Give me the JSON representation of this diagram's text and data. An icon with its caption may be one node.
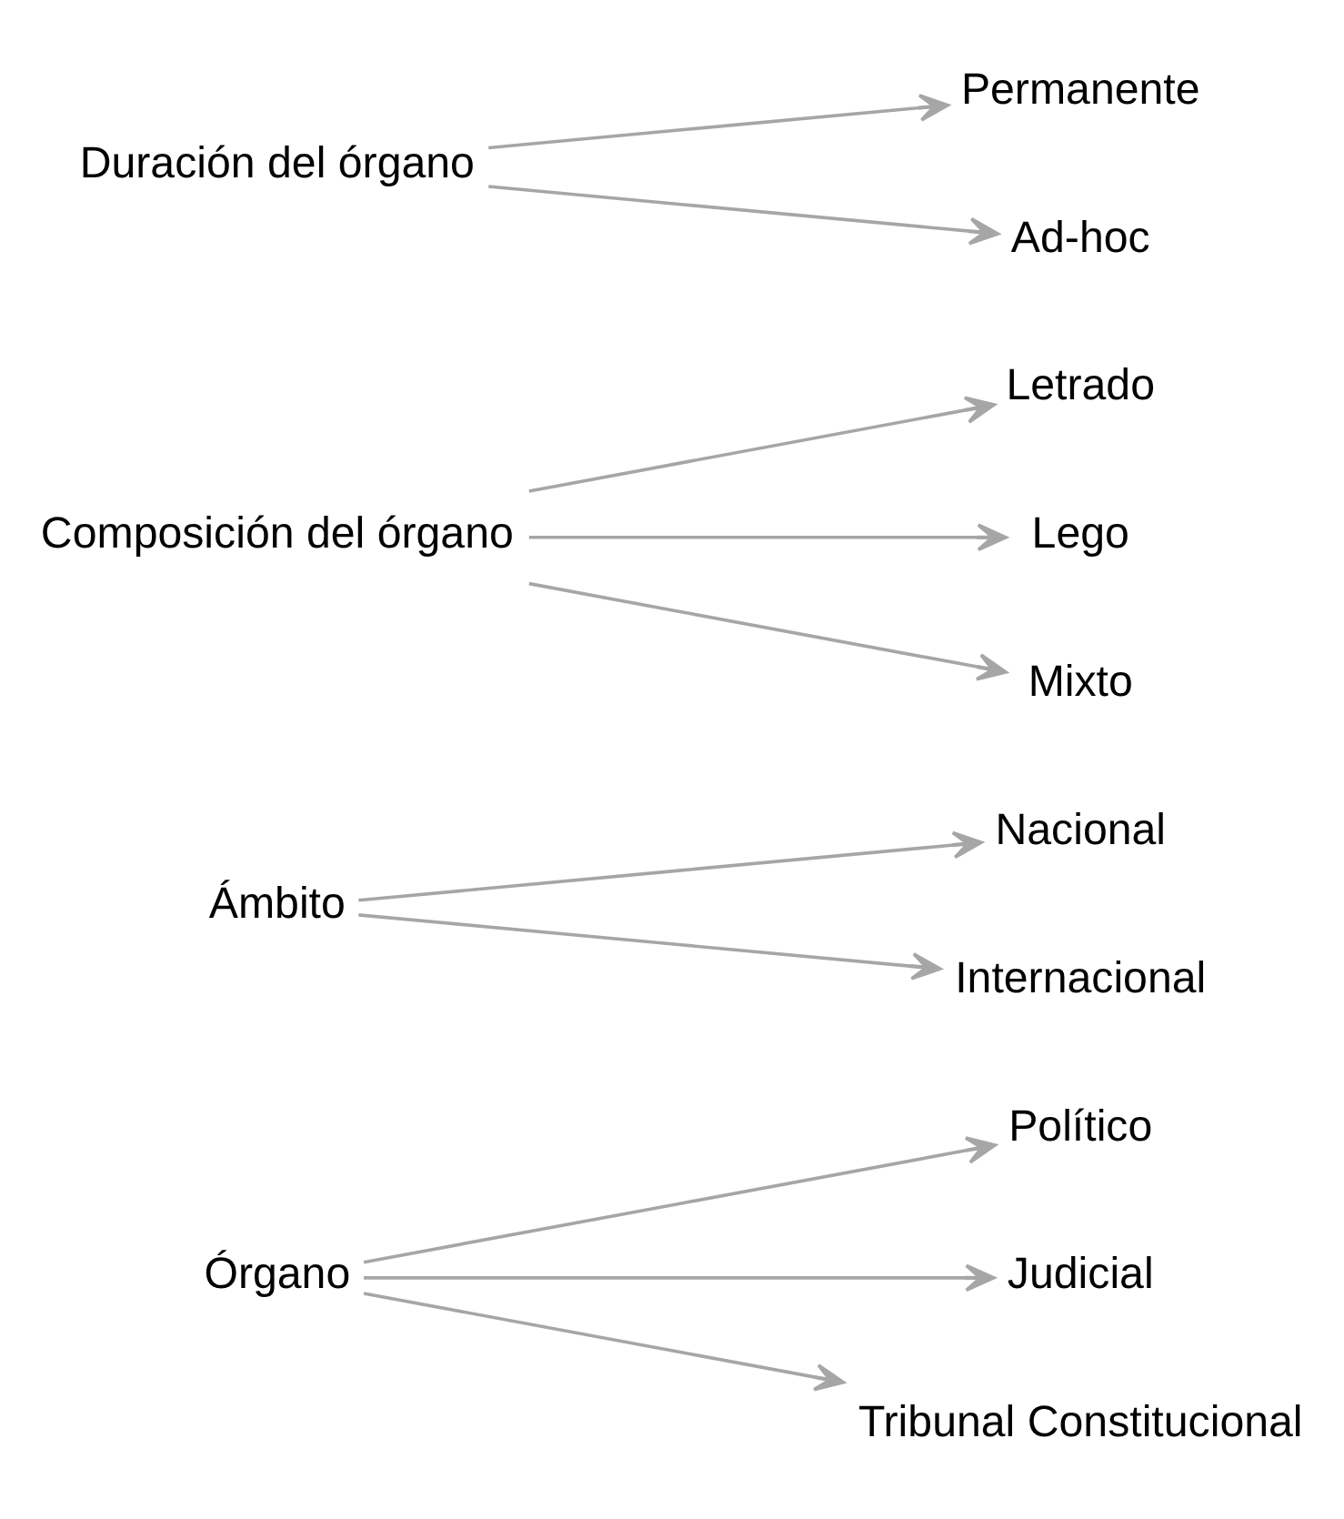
{
  "diagram": {
    "nodes": [
      {
        "text": [
          "Órgano"
        ]
      },
      {
        "text": [
          "Político"
        ]
      },
      {
        "text": [
          "Judicial"
        ]
      },
      {
        "text": [
          "Tribunal Constitucional"
        ]
      },
      {
        "text": [
          "Ámbito"
        ]
      },
      {
        "text": [
          "Nacional"
        ]
      },
      {
        "text": [
          "Internacional"
        ]
      },
      {
        "text": [
          "Composición del órgano"
        ]
      },
      {
        "text": [
          "Letrado"
        ]
      },
      {
        "text": [
          "Lego"
        ]
      },
      {
        "text": [
          "Mixto"
        ]
      },
      {
        "text": [
          "Duración del órgano"
        ]
      },
      {
        "text": [
          "Permanente"
        ]
      },
      {
        "text": [
          "Ad-hoc"
        ]
      }
    ],
    "edges": [
      {
        "from": 0,
        "to": 1,
        "arrow": "to"
      },
      {
        "from": 0,
        "to": 2,
        "arrow": "to"
      },
      {
        "from": 0,
        "to": 3,
        "arrow": "to"
      },
      {
        "from": 4,
        "to": 5,
        "arrow": "to"
      },
      {
        "from": 4,
        "to": 6,
        "arrow": "to"
      },
      {
        "from": 7,
        "to": 8,
        "arrow": "to"
      },
      {
        "from": 7,
        "to": 9,
        "arrow": "to"
      },
      {
        "from": 7,
        "to": 10,
        "arrow": "to"
      },
      {
        "from": 11,
        "to": 12,
        "arrow": "to"
      },
      {
        "from": 11,
        "to": 13,
        "arrow": "to"
      }
    ]
  }
}
